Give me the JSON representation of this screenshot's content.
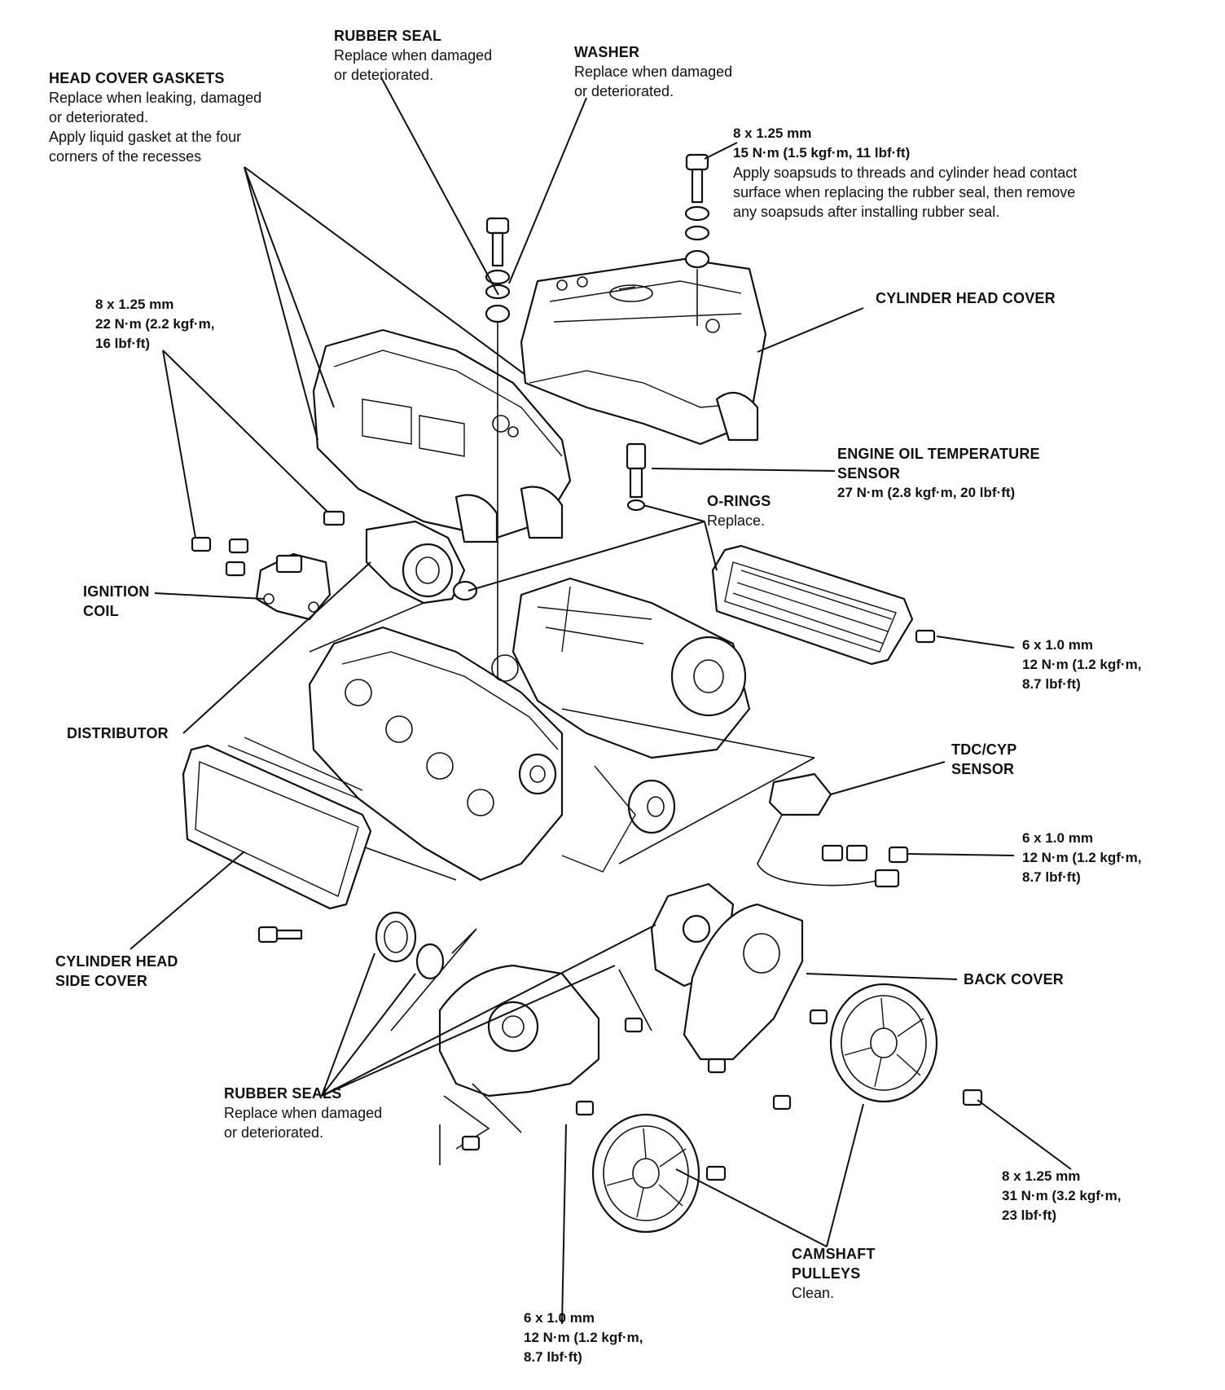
{
  "labels": {
    "head_cover_gaskets": {
      "title": "HEAD COVER GASKETS",
      "lines": [
        "Replace when leaking, damaged",
        "or deteriorated.",
        "Apply liquid gasket at the four",
        "corners of the recesses"
      ]
    },
    "rubber_seal": {
      "title": "RUBBER SEAL",
      "lines": [
        "Replace when damaged",
        "or deteriorated."
      ]
    },
    "washer": {
      "title": "WASHER",
      "lines": [
        "Replace when damaged",
        "or deteriorated."
      ]
    },
    "cover_bolt": {
      "size": "8 x 1.25 mm",
      "torque": "15 N·m (1.5 kgf·m, 11 lbf·ft)",
      "lines": [
        "Apply soapsuds to threads and cylinder head contact",
        "surface when replacing the rubber seal, then remove",
        "any soapsuds after installing rubber seal."
      ]
    },
    "cylinder_head_cover": {
      "title": "CYLINDER HEAD COVER"
    },
    "coil_bolt": {
      "lines": [
        "8 x 1.25 mm",
        "22 N·m (2.2 kgf·m,",
        "16 lbf·ft)"
      ]
    },
    "oil_temp_sensor": {
      "title_lines": [
        "ENGINE OIL TEMPERATURE",
        "SENSOR"
      ],
      "torque": "27 N·m (2.8 kgf·m, 20 lbf·ft)"
    },
    "o_rings": {
      "title": "O-RINGS",
      "lines": [
        "Replace."
      ]
    },
    "ignition_coil": {
      "title_lines": [
        "IGNITION",
        "COIL"
      ]
    },
    "side_cover_bolt_right": {
      "lines": [
        "6 x 1.0 mm",
        "12 N·m (1.2 kgf·m,",
        "8.7 lbf·ft)"
      ]
    },
    "distributor": {
      "title": "DISTRIBUTOR"
    },
    "tdc_cyp_sensor": {
      "title_lines": [
        "TDC/CYP",
        "SENSOR"
      ]
    },
    "tdc_bolt": {
      "lines": [
        "6 x 1.0 mm",
        "12 N·m (1.2 kgf·m,",
        "8.7 lbf·ft)"
      ]
    },
    "cylinder_head_side_cover": {
      "title_lines": [
        "CYLINDER HEAD",
        "SIDE COVER"
      ]
    },
    "back_cover": {
      "title": "BACK COVER"
    },
    "rubber_seals": {
      "title": "RUBBER SEALS",
      "lines": [
        "Replace when damaged",
        "or deteriorated."
      ]
    },
    "pulley_bolt": {
      "lines": [
        "8 x 1.25 mm",
        "31 N·m (3.2 kgf·m,",
        "23 lbf·ft)"
      ]
    },
    "camshaft_pulleys": {
      "title_lines": [
        "CAMSHAFT",
        "PULLEYS"
      ],
      "lines": [
        "Clean."
      ]
    },
    "back_cover_bolt": {
      "lines": [
        "6 x 1.0 mm",
        "12 N·m (1.2 kgf·m,",
        "8.7 lbf·ft)"
      ]
    }
  },
  "colors": {
    "ink": "#111111",
    "paper": "#ffffff"
  }
}
